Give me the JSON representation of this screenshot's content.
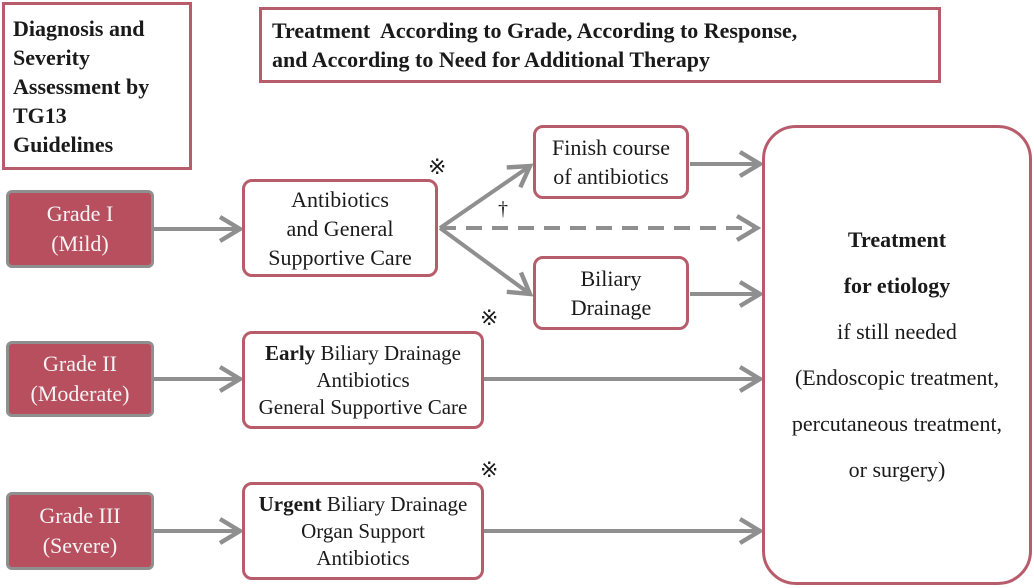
{
  "headers": {
    "diagnosis": [
      "Diagnosis and",
      "Severity",
      "Assessment by",
      "TG13",
      "Guidelines"
    ],
    "treatment": [
      "Treatment  According to Grade, According to Response,",
      "and According to Need for Additional Therapy"
    ]
  },
  "grades": [
    {
      "line1": "Grade I",
      "line2": "(Mild)"
    },
    {
      "line1": "Grade II",
      "line2": "(Moderate)"
    },
    {
      "line1": "Grade III",
      "line2": "(Severe)"
    }
  ],
  "grade1_care": [
    "Antibiotics",
    "and General",
    "Supportive Care"
  ],
  "finish_course": [
    "Finish course",
    "of antibiotics"
  ],
  "biliary_drainage": [
    "Biliary",
    "Drainage"
  ],
  "grade2_care": {
    "bold": "Early",
    "line1_rest": " Biliary Drainage",
    "line2": "Antibiotics",
    "line3": "General Supportive Care"
  },
  "grade3_care": {
    "bold": "Urgent",
    "line1_rest": " Biliary Drainage",
    "line2": "Organ Support",
    "line3": "Antibiotics"
  },
  "final": {
    "bold1": "Treatment",
    "bold2": "for etiology",
    "line3": "if still needed",
    "line4": "(Endoscopic treatment,",
    "line5": "percutaneous treatment,",
    "line6": "or surgery)"
  },
  "marks": {
    "note": "※",
    "dagger": "†"
  },
  "colors": {
    "grade_fill": "#b84f5f",
    "box_border": "#b85c6b",
    "arrow": "#8f8f8f"
  }
}
